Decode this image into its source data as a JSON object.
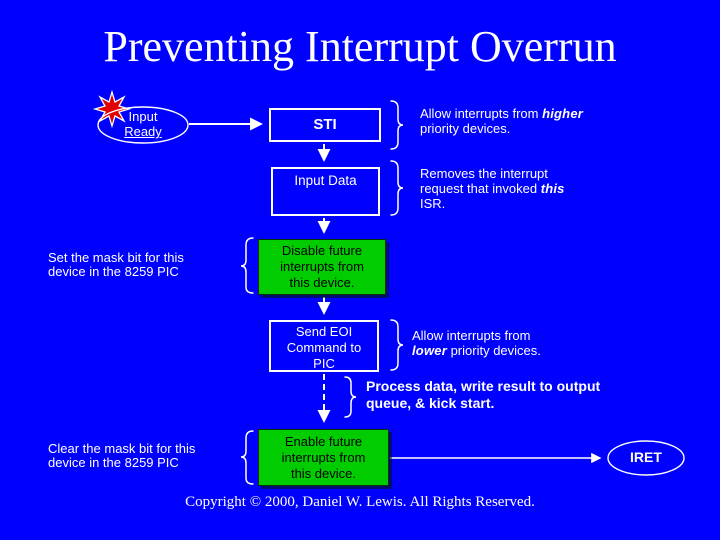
{
  "slide": {
    "title": "Preventing Interrupt Overrun",
    "copyright": "Copyright © 2000, Daniel W. Lewis.  All Rights Reserved.",
    "colors": {
      "background": "#0000FF",
      "box_border": "#FFFFFF",
      "green_box_fill": "#00CC00",
      "green_box_text": "#000000",
      "text": "#FFFFFF",
      "starburst": "#E00000"
    }
  },
  "flowchart": {
    "input_ready": {
      "line1": "Input",
      "line2": "Ready"
    },
    "sti": "STI",
    "input_data": "Input Data",
    "disable_box": {
      "line1": "Disable future",
      "line2": "interrupts from",
      "line3": "this device."
    },
    "send_eoi": {
      "line1": "Send EOI",
      "line2": "Command to",
      "line3": "PIC"
    },
    "enable_box": {
      "line1": "Enable future",
      "line2": "interrupts from",
      "line3": "this device."
    },
    "iret": "IRET"
  },
  "labels": {
    "set_mask": {
      "line1": "Set the mask bit for this",
      "line2": "device in the 8259 PIC"
    },
    "clear_mask": {
      "line1": "Clear the mask bit for this",
      "line2": "device in the 8259 PIC"
    },
    "allow_higher": {
      "line1_pre": "Allow interrupts from ",
      "line1_em": "higher",
      "line2": "priority devices."
    },
    "removes_request": {
      "line1": "Removes the interrupt",
      "line2_pre": "request that invoked ",
      "line2_em": "this",
      "line3": "ISR."
    },
    "allow_lower": {
      "line1": "Allow interrupts from",
      "line2_em": "lower",
      "line2_post": " priority devices."
    },
    "process_data": {
      "line1": "Process data, write result to output",
      "line2": "queue, & kick start."
    }
  }
}
